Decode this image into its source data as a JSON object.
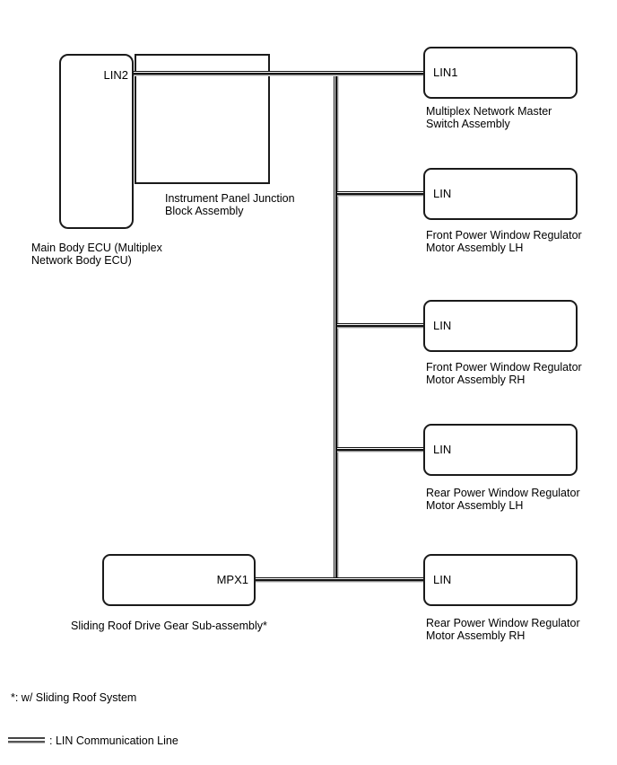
{
  "diagram": {
    "title_implicit": "LIN Communication Line Diagram",
    "colors": {
      "background": "#ffffff",
      "line": "#111111",
      "line_shadow": "#8e8e8e",
      "text": "#000000",
      "box_border": "#1a1a1a"
    },
    "nodes": {
      "main_body_ecu": {
        "port": "LIN2",
        "label": "Main Body ECU (Multiplex\nNetwork Body ECU)"
      },
      "junction_block": {
        "label": "Instrument Panel Junction\nBlock Assembly"
      },
      "sliding_roof": {
        "port": "MPX1",
        "label": "Sliding Roof Drive Gear Sub-assembly*"
      },
      "right_nodes": [
        {
          "port": "LIN1",
          "label": "Multiplex Network Master\nSwitch Assembly"
        },
        {
          "port": "LIN",
          "label": "Front Power Window Regulator\nMotor Assembly LH"
        },
        {
          "port": "LIN",
          "label": "Front Power Window Regulator\nMotor Assembly RH"
        },
        {
          "port": "LIN",
          "label": "Rear Power Window Regulator\nMotor Assembly LH"
        },
        {
          "port": "LIN",
          "label": "Rear Power Window Regulator\nMotor Assembly RH"
        }
      ]
    },
    "footnote": "*: w/ Sliding Roof System",
    "legend": {
      "symbol": "lin-communication-line-symbol",
      "label": ": LIN Communication Line"
    }
  }
}
